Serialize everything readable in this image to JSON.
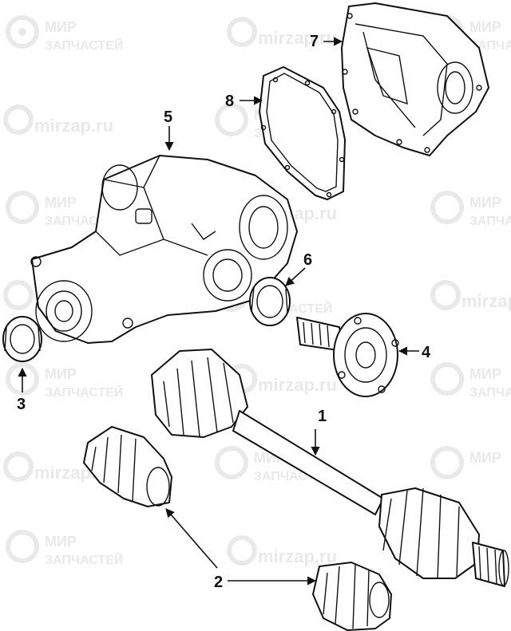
{
  "watermark": {
    "line1": "МИР",
    "line2": "ЗАПЧАСТЕЙ",
    "site": "mirzap.ru"
  },
  "callouts": [
    "1",
    "2",
    "3",
    "4",
    "5",
    "6",
    "7",
    "8"
  ]
}
